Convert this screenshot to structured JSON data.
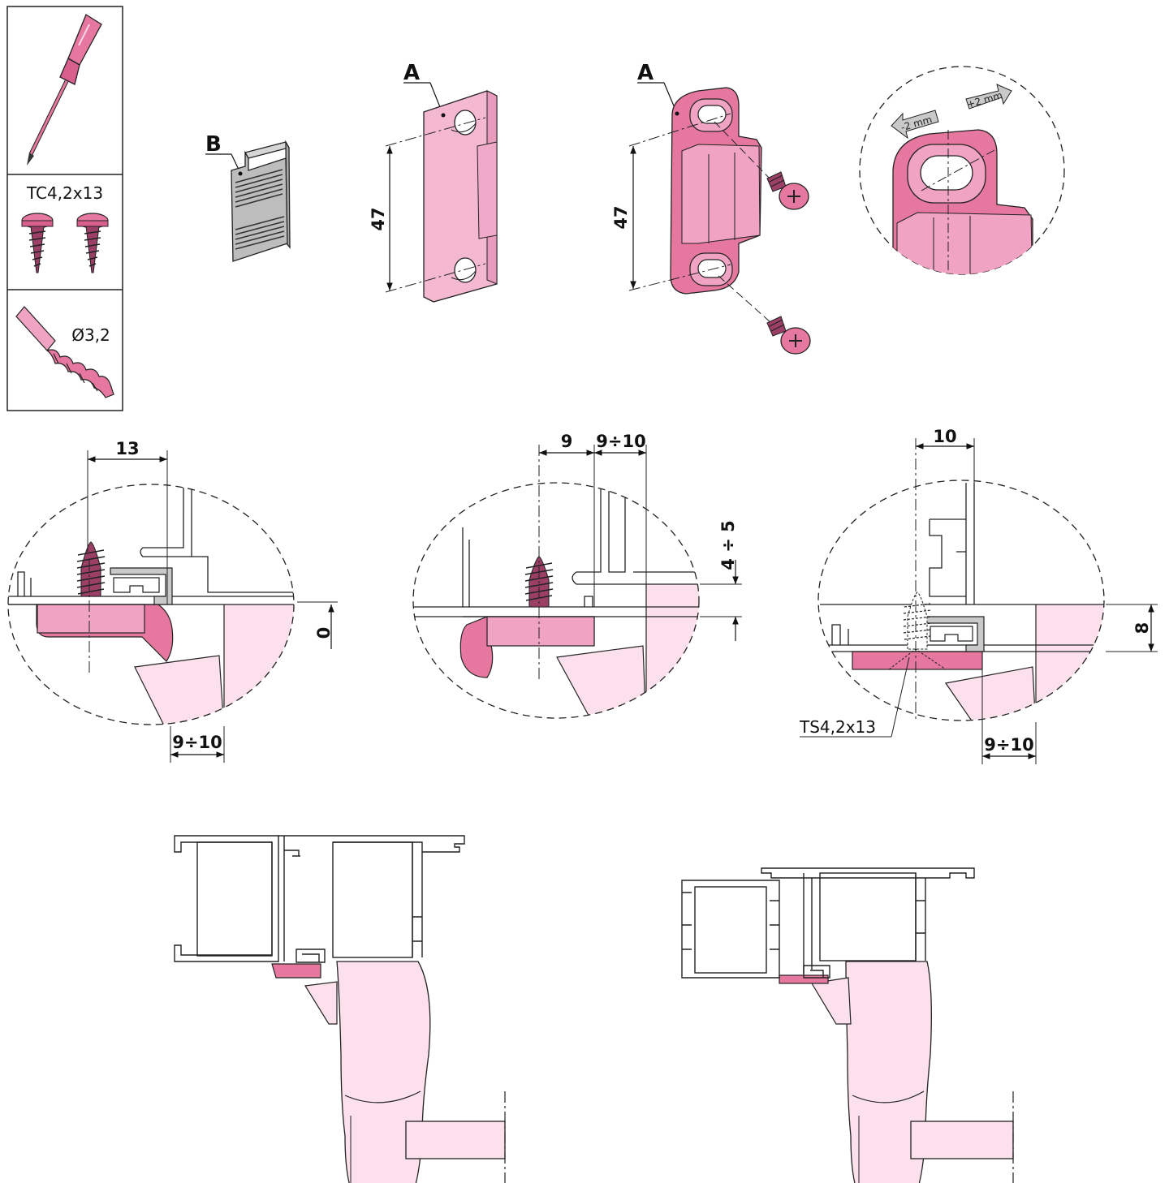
{
  "colors": {
    "pink_strong": "#e6779f",
    "pink_mid": "#f0a3c2",
    "pink_light": "#f9d6e6",
    "grey_part": "#b9b9b9",
    "line": "#1a1a1a"
  },
  "icons": [
    "screwdriver-icon",
    "screw-icon",
    "drill-bit-icon",
    "clip-icon",
    "arrow-left-icon",
    "arrow-right-icon"
  ],
  "tools": {
    "screw_spec": "TC4,2x13",
    "drill_spec": "Ø3,2"
  },
  "parts": {
    "label_b": "B",
    "label_a1": "A",
    "label_a2": "A",
    "plate_height": "47",
    "keeper_height": "47"
  },
  "adjust": {
    "minus": "-2 mm",
    "plus": "+2 mm"
  },
  "details": {
    "d1": {
      "top": "13",
      "bottom": "9÷10",
      "side": "0"
    },
    "d2": {
      "top_left": "9",
      "top_right": "9÷10",
      "side": "4 ÷ 5"
    },
    "d3": {
      "top": "10",
      "bottom": "9÷10",
      "side": "8",
      "screw": "TS4,2x13"
    }
  }
}
